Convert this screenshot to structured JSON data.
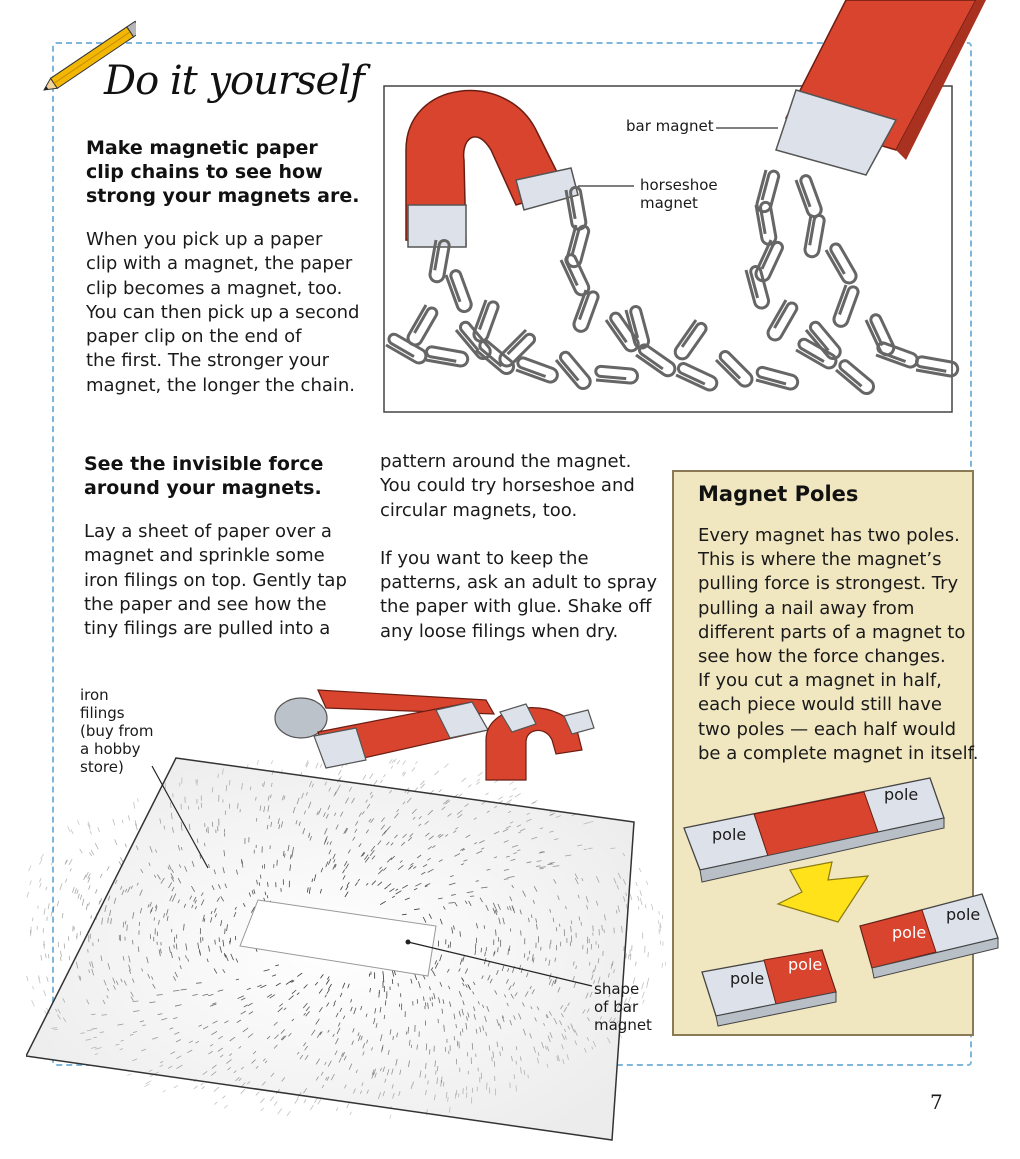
{
  "header": {
    "title": "Do it yourself"
  },
  "section1": {
    "heading": [
      "Make magnetic paper",
      "clip chains to see how",
      "strong your magnets are."
    ],
    "body": [
      "When you pick up a paper",
      "clip with a magnet, the paper",
      "clip becomes a magnet, too.",
      "You can then pick up a second",
      "paper clip on the end of",
      "the first. The stronger your",
      "magnet, the longer the chain."
    ]
  },
  "figure1": {
    "label_bar": "bar magnet",
    "label_horseshoe": [
      "horseshoe",
      "magnet"
    ]
  },
  "section2": {
    "heading": [
      "See the invisible force",
      "around your magnets."
    ],
    "col1": [
      "Lay a sheet of paper over a",
      "magnet and sprinkle some",
      "iron filings on top. Gently tap",
      "the paper and see how the",
      "tiny filings are pulled into a"
    ],
    "col2": [
      "pattern around the magnet.",
      "You could try horseshoe and",
      "circular magnets, too.",
      "",
      "If you want to keep the",
      "patterns, ask an adult to spray",
      "the paper with glue. Shake off",
      "any loose filings when dry."
    ]
  },
  "figure2": {
    "label_filings": [
      "iron",
      "filings",
      "(buy from",
      "a hobby",
      "store)"
    ],
    "label_shape": [
      "shape",
      "of bar",
      "magnet"
    ]
  },
  "poles": {
    "title": "Magnet Poles",
    "body": [
      "Every magnet has two poles.",
      "This is where the magnet’s",
      "pulling force is strongest. Try",
      "pulling a nail away from",
      "different parts of a magnet to",
      "see how the force changes.",
      "If you cut a magnet in half,",
      "each piece would still have",
      "two poles — each half would",
      "be a complete magnet in itself."
    ],
    "pole_label": "pole"
  },
  "page": {
    "number": "7"
  },
  "colors": {
    "magnet_red": "#d9442e",
    "magnet_silver": "#dde2ea",
    "box_bg": "#f0e6c0",
    "frame_blue": "#7fb6dc",
    "arrow_yellow": "#ffe21a"
  }
}
